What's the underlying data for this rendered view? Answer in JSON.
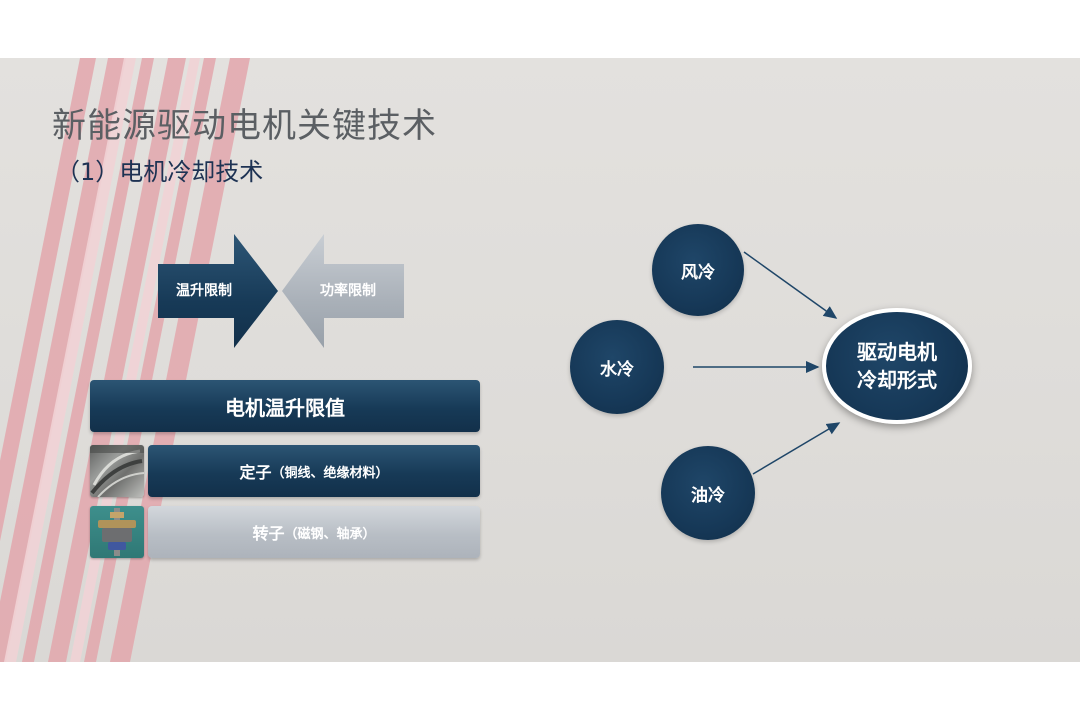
{
  "slide": {
    "title": "新能源驱动电机关键技术",
    "subtitle": "（1）电机冷却技术"
  },
  "limits": {
    "arrow_right_label": "温升限制",
    "arrow_left_label": "功率限制"
  },
  "bars": {
    "limit_title": "电机温升限值",
    "stator_main": "定子",
    "stator_detail": "（铜线、绝缘材料）",
    "rotor_main": "转子",
    "rotor_detail": "（磁钢、轴承）"
  },
  "cooling": {
    "air": "风冷",
    "water": "水冷",
    "oil": "油冷",
    "center_line1": "驱动电机",
    "center_line2": "冷却形式"
  },
  "colors": {
    "navy": "#173a57",
    "gray_bar": "#b8bec5",
    "stripe": "#e3a7ad",
    "title_gray": "#5b5f63"
  }
}
